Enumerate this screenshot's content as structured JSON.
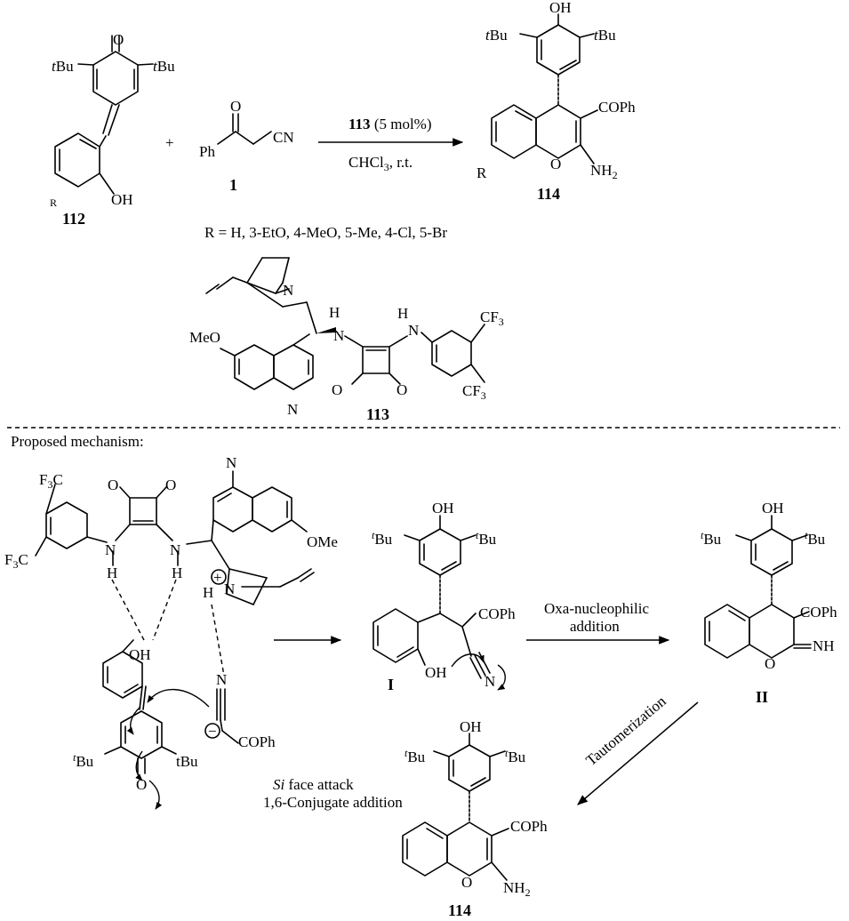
{
  "scheme": {
    "reagent_label_bold": "113",
    "reagent_label_rest": " (5 mol%)",
    "conditions": "CHCl",
    "conditions_sub": "3",
    "conditions_tail": ", r.t.",
    "plus": "+",
    "r_groups": "R = H, 3-EtO, 4-MeO, 5-Me, 4-Cl, 5-Br",
    "mechanism_title": "Proposed mechanism:"
  },
  "compounds": {
    "c112": "112",
    "c1": "1",
    "c114_top": "114",
    "c113": "113",
    "c114_bottom": "114",
    "int_I": "I",
    "int_II": "II"
  },
  "labels": {
    "tBu": "tBu",
    "Bu": "Bu",
    "t": "t",
    "OH": "OH",
    "O": "O",
    "Ph": "Ph",
    "CN": "CN",
    "COPh": "COPh",
    "NH2": "NH",
    "NH2_sub": "2",
    "NH": "NH",
    "N": "N",
    "H": "H",
    "R": "R",
    "MeO": "MeO",
    "OMe": "OMe",
    "CF3": "CF",
    "CF3_sub": "3",
    "F3C": "F",
    "F3C_sub": "3",
    "F3C_tail": "C",
    "plus_charge": "+",
    "minus_charge": "−"
  },
  "steps": {
    "oxa_line1": "Oxa-nucleophilic",
    "oxa_line2": "addition",
    "tautomerization": "Tautomerization",
    "si_face_italic": "Si",
    "si_face_rest": " face attack",
    "conjugate": "1,6-Conjugate addition"
  }
}
